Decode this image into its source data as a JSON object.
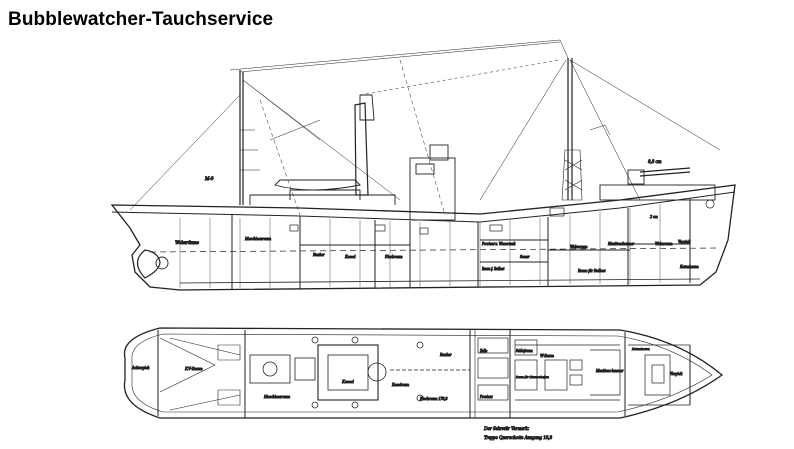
{
  "page": {
    "title": "Bubblewatcher-Tauchservice"
  },
  "side_view_labels": {
    "wohnraume_aft": "Wohnräume",
    "maschinenraum": "Maschinenraum",
    "bunker_fwd": "Bunker",
    "fischraum": "Fischraum",
    "kessel": "Kessel",
    "proviant": "Proviant u. Wassertank",
    "raum_ballast_1": "Raum f. Ballast",
    "sonar": "Sonar",
    "raum_ballast_2": "Raum für Ballast",
    "wohnraum_mid": "Wohnraum",
    "munitionskammer": "Munitionskammer",
    "wohnraum_fwd": "Wohnraum",
    "vorpiek": "Vorpiek",
    "kettenkasten": "Kettenkasten",
    "gun": "8,8 cm",
    "flak": "2 cm",
    "mast_label": "M-9"
  },
  "plan_view_labels": {
    "achterpiek": "Achterpiek",
    "kv_raum": "KV-Raum",
    "maschinenraum": "Maschinenraum",
    "kessel": "Kessel",
    "kesselraum": "Kesselraum",
    "bunker": "Bunker",
    "fischraum": "Fischraum 178,8",
    "proviant": "Proviant",
    "zelle": "Zelle",
    "schlafraum": "Schlafraum",
    "wohnraum": "W-Raum",
    "raum": "Raum für Mannschaften",
    "munition": "Munitions-kammer",
    "kettenkasten": "Kettenkasten",
    "vorpiek": "Vorpiek",
    "note1": "Der Sekretär Vermerk:",
    "note2": "Treppe Querschotte Ausgang 16,8"
  }
}
